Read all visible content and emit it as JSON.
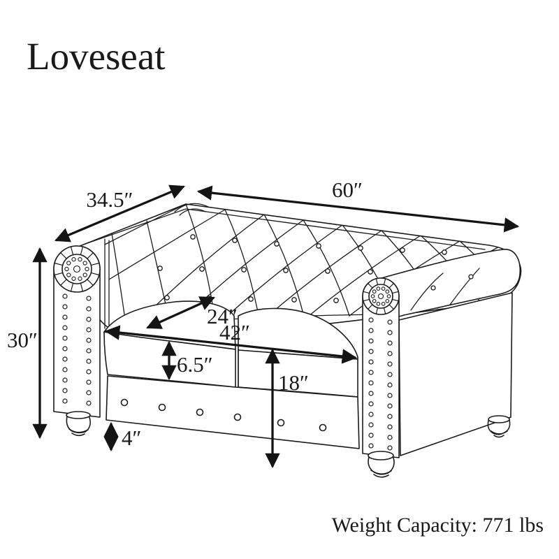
{
  "title": "Loveseat",
  "dimensions": {
    "depth": "34.5″",
    "width": "60″",
    "height": "30″",
    "seat_depth": "24″",
    "seat_width": "42″",
    "cushion_thickness": "6.5″",
    "seat_height": "18″",
    "leg_height": "4″"
  },
  "footer": {
    "weight_capacity_label": "Weight Capacity: 771 lbs"
  },
  "colors": {
    "line": "#1b1b1b",
    "arrow": "#141414",
    "background": "#ffffff"
  }
}
